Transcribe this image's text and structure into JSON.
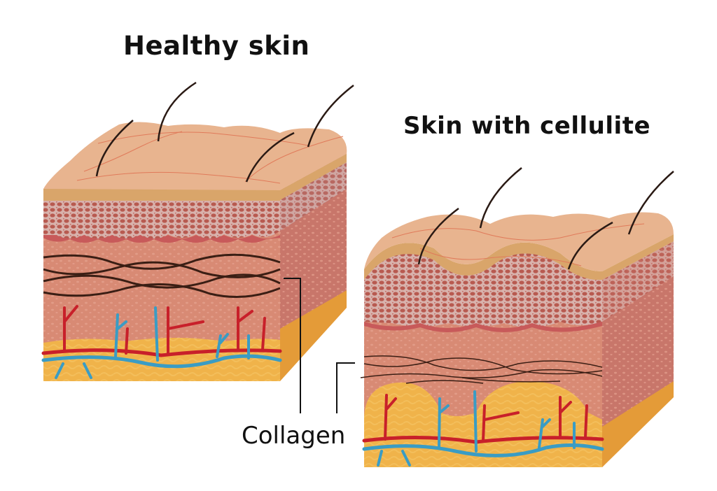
{
  "titles": {
    "healthy": "Healthy skin",
    "cellulite": "Skin with cellulite"
  },
  "labels": {
    "collagen": "Collagen"
  },
  "colors": {
    "epidermis_top": "#e8b48f",
    "epidermis_band": "#d9a56a",
    "papillary_layer": "#c48a84",
    "dermis": "#d88a74",
    "dermis_side": "#c8766a",
    "fat": "#f0b34a",
    "fat_side": "#e49b38",
    "artery": "#c8202a",
    "vein": "#3a9cc4",
    "collagen_fiber": "#3a1e14",
    "hair": "#2a1a14",
    "leader_line": "#111111"
  }
}
